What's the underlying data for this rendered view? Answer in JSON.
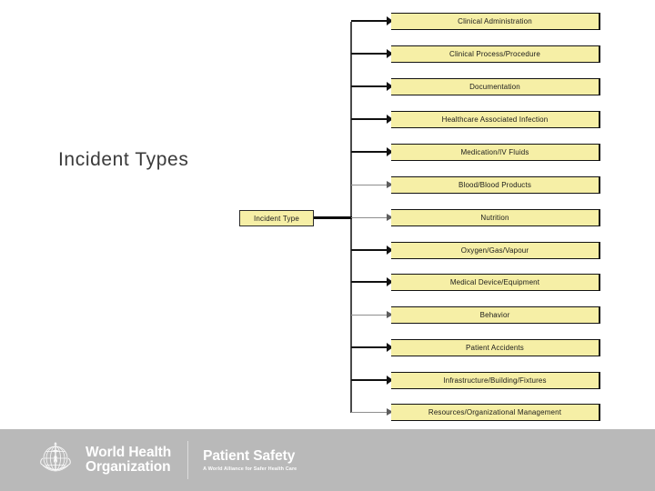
{
  "slide": {
    "title": "Incident Types",
    "background_color": "#ffffff"
  },
  "diagram": {
    "type": "tree",
    "root": {
      "label": "Incident Type"
    },
    "node_fill_color": "#f6efa6",
    "node_border_color": "#121212",
    "leaves": [
      {
        "label": "Clinical Administration"
      },
      {
        "label": "Clinical Process/Procedure"
      },
      {
        "label": "Documentation"
      },
      {
        "label": "Healthcare Associated Infection"
      },
      {
        "label": "Medication/IV Fluids"
      },
      {
        "label": "Blood/Blood Products"
      },
      {
        "label": "Nutrition"
      },
      {
        "label": "Oxygen/Gas/Vapour"
      },
      {
        "label": "Medical Device/Equipment"
      },
      {
        "label": "Behavior"
      },
      {
        "label": "Patient Accidents"
      },
      {
        "label": "Infrastructure/Building/Fixtures"
      },
      {
        "label": "Resources/Organizational Management"
      }
    ]
  },
  "footer": {
    "background_color": "#b9b9b9",
    "emblem_name": "who-emblem",
    "organization_line1": "World Health",
    "organization_line2": "Organization",
    "program_title": "Patient Safety",
    "program_tagline": "A World Alliance for Safer Health Care"
  }
}
